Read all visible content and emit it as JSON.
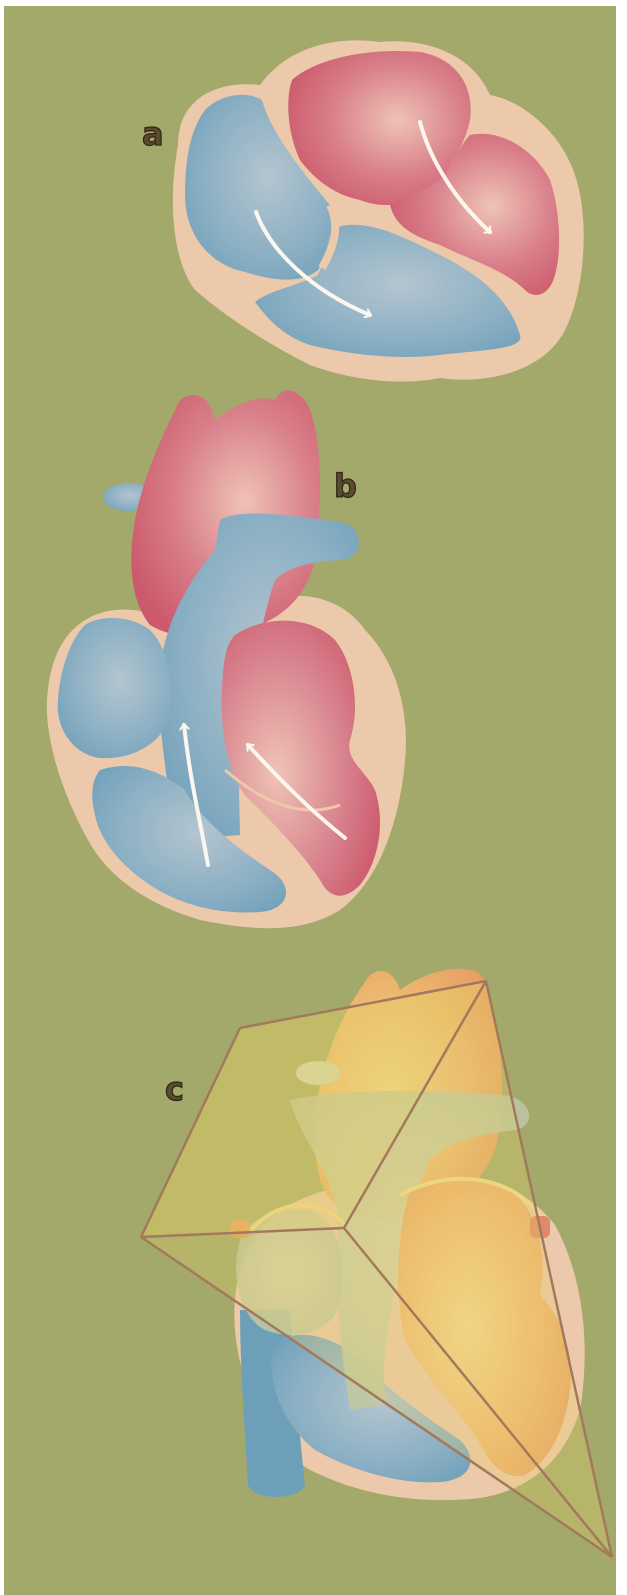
{
  "figure": {
    "panels": [
      {
        "label": "a"
      },
      {
        "label": "b"
      },
      {
        "label": "c"
      }
    ]
  },
  "colors": {
    "background": "#a3a96b",
    "tissue": "#ecc9ab",
    "oxygenated_blood": "#cc5a6c",
    "deoxygenated_blood": "#6e9fb9",
    "highlight_warm": "#efc3b6",
    "highlight_cool": "#b4c5cf",
    "arrow": "#fcf6ee",
    "label_text": "#5a4a2e",
    "pyramid_fill": "#e6d166",
    "pyramid_edge": "#a3795d",
    "overlay_warm": "#f0b066"
  },
  "icons": {
    "arrow_a_right": "flow-arrow-icon",
    "arrow_a_left": "flow-arrow-icon",
    "arrow_b_left": "flow-arrow-icon",
    "arrow_b_right": "flow-arrow-icon"
  }
}
